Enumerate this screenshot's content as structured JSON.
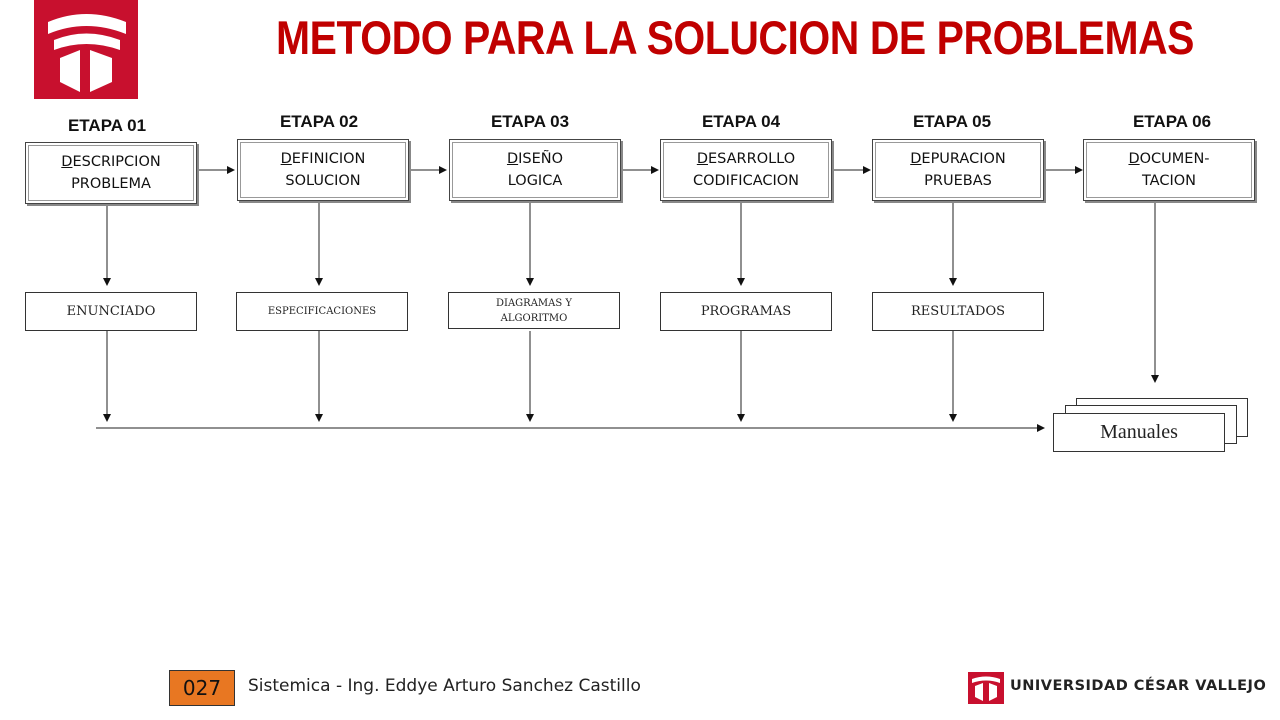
{
  "title": "METODO PARA LA SOLUCION DE PROBLEMAS",
  "stages": [
    {
      "label": "ETAPA 01",
      "first": "D",
      "rest1": "ESCRIPCION",
      "line2": "PROBLEMA",
      "output": "ENUNCIADO"
    },
    {
      "label": "ETAPA 02",
      "first": "D",
      "rest1": "EFINICION",
      "line2": "SOLUCION",
      "output": "ESPECIFICACIONES"
    },
    {
      "label": "ETAPA 03",
      "first": "D",
      "rest1": "ISEÑO",
      "line2": "LOGICA",
      "output": "DIAGRAMAS Y ALGORITMO"
    },
    {
      "label": "ETAPA 04",
      "first": "D",
      "rest1": "ESARROLLO",
      "line2": "CODIFICACION",
      "output": "PROGRAMAS"
    },
    {
      "label": "ETAPA 05",
      "first": "D",
      "rest1": "EPURACION",
      "line2": "PRUEBAS",
      "output": "RESULTADOS"
    },
    {
      "label": "ETAPA 06",
      "first": "D",
      "rest1": "OCUMEN-",
      "line2": "TACION"
    }
  ],
  "manual_label": "Manuales",
  "footer": {
    "slide_number": "027",
    "text": "Sistemica - Ing. Eddye Arturo Sanchez Castillo",
    "university": "UNIVERSIDAD CÉSAR VALLEJO"
  },
  "colors": {
    "title": "#c00000",
    "brand_red": "#c8102e",
    "slide_number_bg": "#e87722"
  }
}
